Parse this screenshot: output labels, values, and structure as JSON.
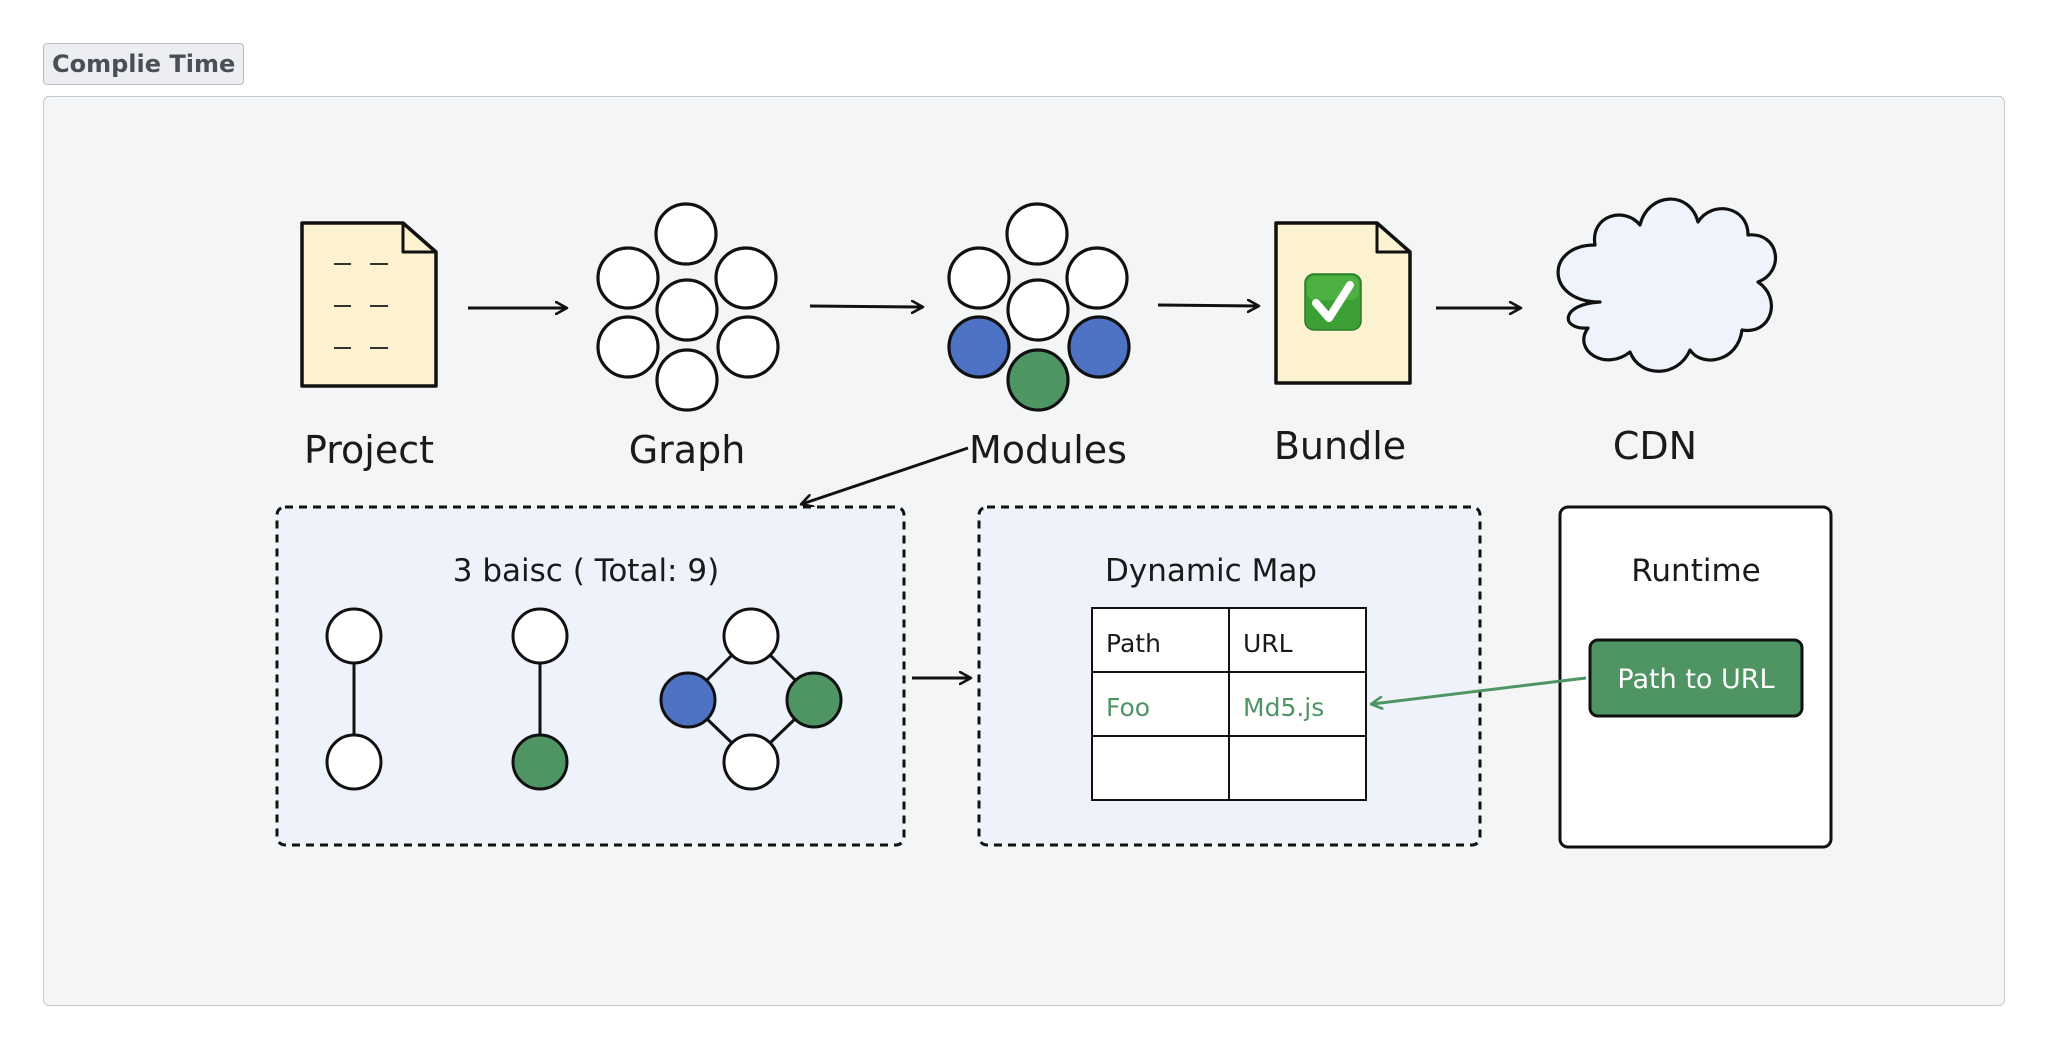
{
  "section_label": "Complie Time",
  "pipeline": {
    "project": "Project",
    "graph": "Graph",
    "modules": "Modules",
    "bundle": "Bundle",
    "cdn": "CDN"
  },
  "basic": {
    "title": "3 baisc ( Total: 9)"
  },
  "dynamic_map": {
    "title": "Dynamic Map",
    "headers": [
      "Path",
      "URL"
    ],
    "rows": [
      [
        "Foo",
        "Md5.js"
      ],
      [
        "",
        ""
      ]
    ]
  },
  "runtime": {
    "title": "Runtime",
    "button_label": "Path to URL"
  },
  "icons": {
    "bundle_check": "check-mark-button-icon"
  },
  "colors": {
    "blue_node": "#4f73c4",
    "green_node": "#4e9563",
    "doc_fill": "#fdf2d0",
    "cloud_fill": "#eff3fb",
    "panel_fill": "#eef3fb",
    "green_text": "#4e9563"
  }
}
